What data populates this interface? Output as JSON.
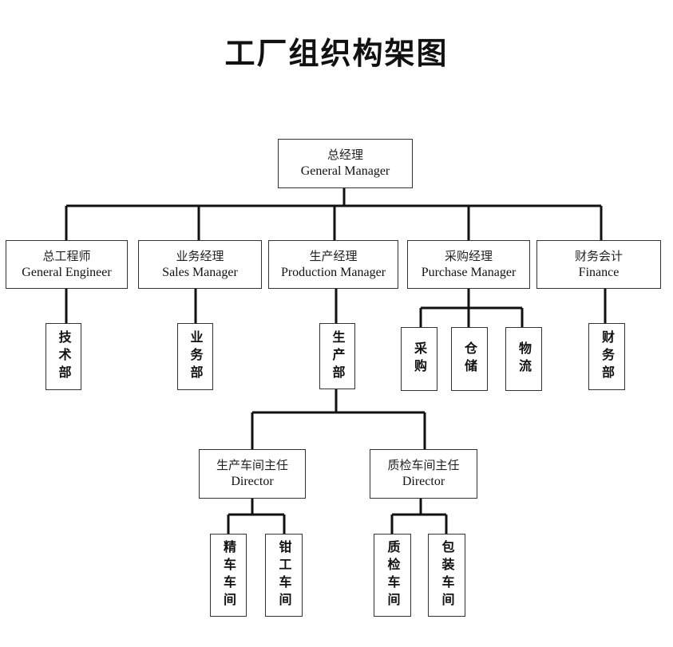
{
  "title": "工厂组织构架图",
  "gm": {
    "zh": "总经理",
    "en": "General Manager"
  },
  "managers": [
    {
      "zh": "总工程师",
      "en": "General Engineer"
    },
    {
      "zh": "业务经理",
      "en": "Sales Manager"
    },
    {
      "zh": "生产经理",
      "en": "Production Manager"
    },
    {
      "zh": "采购经理",
      "en": "Purchase Manager"
    },
    {
      "zh": "财务会计",
      "en": "Finance"
    }
  ],
  "departments": [
    "技术部",
    "业务部",
    "生产部",
    "采购",
    "仓储",
    "物流",
    "财务部"
  ],
  "directors": [
    {
      "zh": "生产车间主任",
      "en": "Director"
    },
    {
      "zh": "质检车间主任",
      "en": "Director"
    }
  ],
  "workshops": [
    "精车车间",
    "钳工车间",
    "质检车间",
    "包装车间"
  ]
}
